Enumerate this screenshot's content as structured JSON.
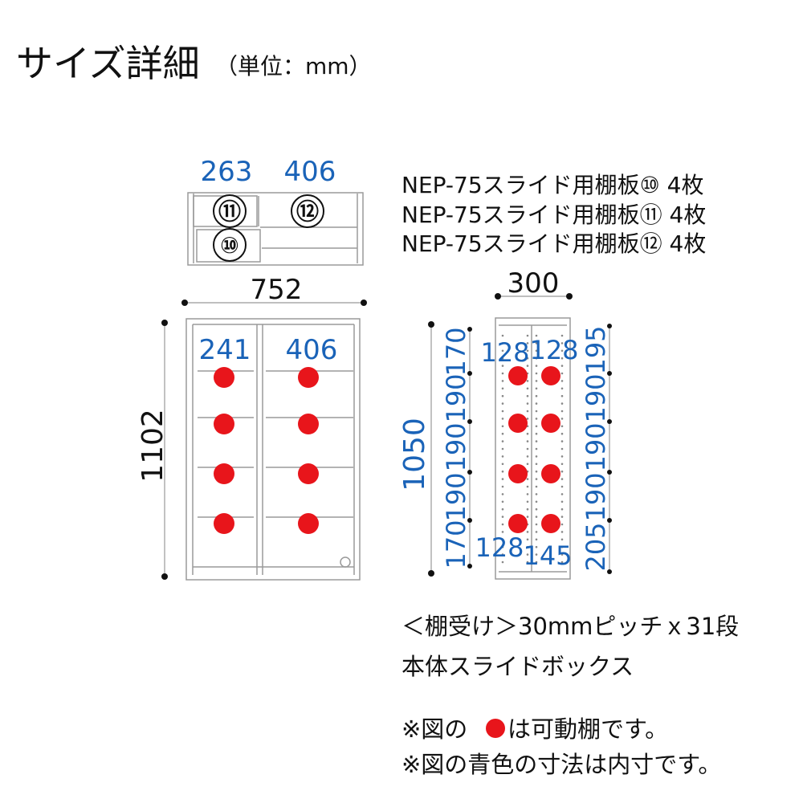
{
  "title": {
    "main": "サイズ詳細",
    "unit": "（単位：mm）"
  },
  "top_unit": {
    "dim_left": "263",
    "dim_right": "406",
    "label_10": "⑩",
    "label_11": "⑪",
    "label_12": "⑫"
  },
  "parts_list": [
    "NEP-75スライド用棚板⑩ 4枚",
    "NEP-75スライド用棚板⑪ 4枚",
    "NEP-75スライド用棚板⑫ 4枚"
  ],
  "front_view": {
    "width": "752",
    "height": "1102",
    "inner_left": "241",
    "inner_right": "406"
  },
  "side_view": {
    "depth": "300",
    "inner_height": "1050",
    "left_stack": [
      "170",
      "190",
      "190",
      "190",
      "170"
    ],
    "right_stack": [
      "195",
      "190",
      "190",
      "190",
      "205"
    ],
    "top_left": "128",
    "top_right": "128",
    "bottom_left": "128",
    "bottom_right": "145"
  },
  "notes": {
    "pitch": "＜棚受け＞30mmピッチｘ31段",
    "body": "本体スライドボックス",
    "movable_prefix": "※図の",
    "movable_suffix": "は可動棚です。",
    "inner": "※図の青色の寸法は内寸です。"
  },
  "colors": {
    "dimension_blue": "#1a63b8",
    "shelf_red": "#e8151b"
  }
}
